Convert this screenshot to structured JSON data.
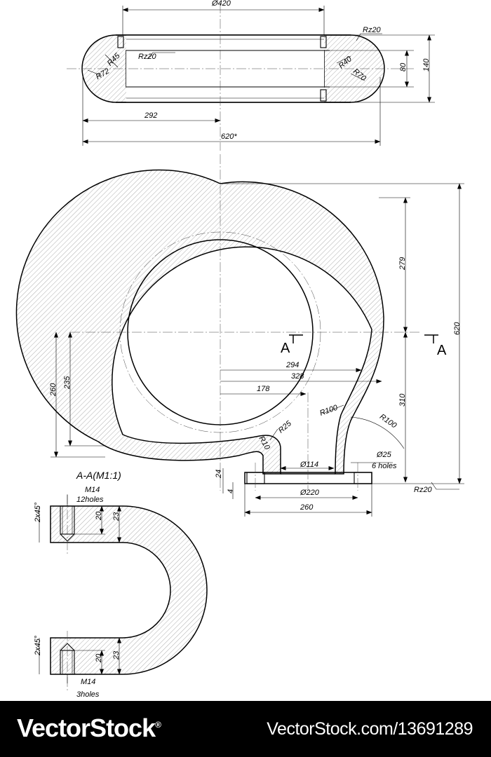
{
  "top_view": {
    "dims": [
      "Ø420",
      "Rz20",
      "Rz20",
      "R45",
      "R72",
      "R40",
      "R70",
      "80",
      "140",
      "292",
      "620*"
    ]
  },
  "main_view": {
    "dims": [
      "279",
      "620",
      "294",
      "328",
      "178",
      "310",
      "260",
      "235",
      "R100",
      "R100",
      "R25",
      "R10",
      "Ø25",
      "6 holes",
      "Ø114",
      "Ø220",
      "260",
      "24",
      "4",
      "Rz20"
    ],
    "section_marks": [
      "A",
      "A"
    ]
  },
  "section_view": {
    "title": "A-A(M1:1)",
    "dims": [
      "M14",
      "12holes",
      "20",
      "23",
      "2x45°",
      "2x45°",
      "20",
      "23",
      "M14",
      "3holes"
    ]
  },
  "footer": {
    "brand": "VectorStock",
    "registered": "®",
    "site": "VectorStock.com/13691289"
  }
}
